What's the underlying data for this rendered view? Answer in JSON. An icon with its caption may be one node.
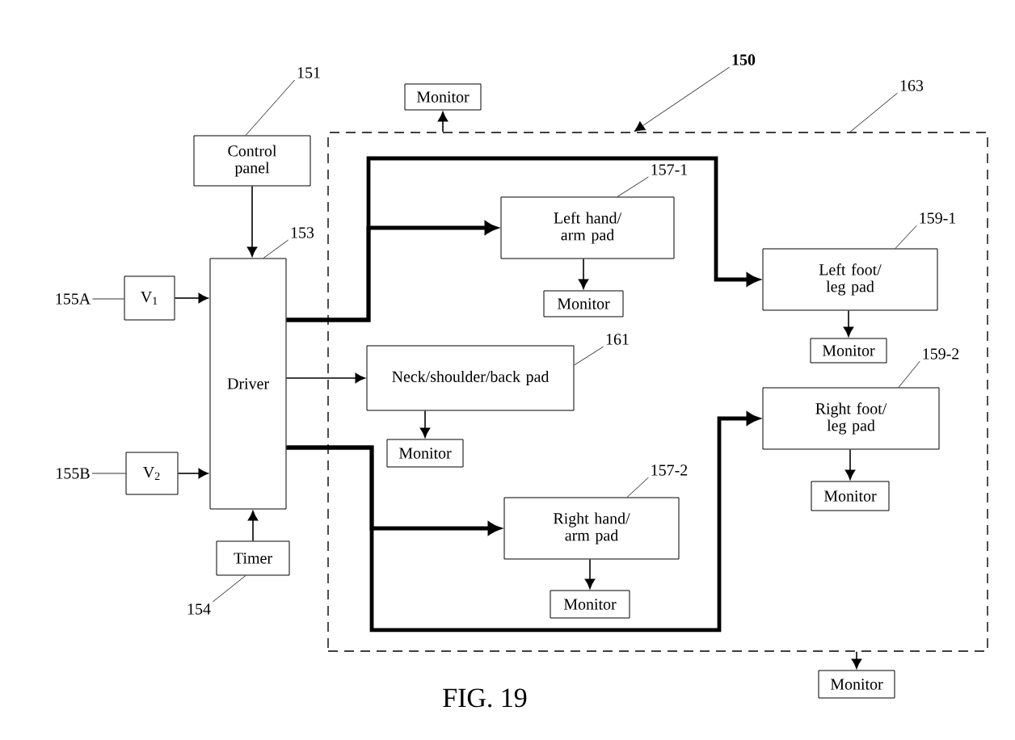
{
  "diagram": {
    "caption": "FIG. 19",
    "nodes": [
      {
        "text": [],
        "shape": "box"
      },
      {
        "text": [
          "Control panel"
        ]
      },
      {
        "text": [
          "Driver"
        ]
      },
      {
        "text": [
          "V$_{1}$"
        ]
      },
      {
        "text": [
          "V$_{2}$"
        ]
      },
      {
        "text": [
          "Timer"
        ]
      },
      {
        "text": [
          "Monitor"
        ]
      },
      {
        "text": [
          "Left hand/ arm pad"
        ],
        "in": 0
      },
      {
        "text": [
          "Monitor"
        ],
        "in": 0
      },
      {
        "text": [
          "Left foot/ leg pad"
        ],
        "in": 0
      },
      {
        "text": [
          "Monitor"
        ],
        "in": 0
      },
      {
        "text": [
          "Neck/shoulder/back pad"
        ],
        "in": 0
      },
      {
        "text": [
          "Monitor"
        ],
        "in": 0
      },
      {
        "text": [
          "Right foot/ leg pad"
        ],
        "in": 0
      },
      {
        "text": [
          "Monitor"
        ],
        "in": 0
      },
      {
        "text": [
          "Right hand/ arm pad"
        ],
        "in": 0
      },
      {
        "text": [
          "Monitor"
        ],
        "in": 0
      },
      {
        "text": [
          "Monitor"
        ]
      },
      {
        "text": [
          "150"
        ]
      },
      {
        "text": [
          "163"
        ]
      },
      {
        "text": [
          "151"
        ]
      },
      {
        "text": [
          "153"
        ]
      },
      {
        "text": [
          "155A"
        ]
      },
      {
        "text": [
          "155B"
        ]
      },
      {
        "text": [
          "154"
        ]
      },
      {
        "text": [
          "157-1"
        ],
        "in": 0
      },
      {
        "text": [
          "159-1"
        ],
        "in": 0
      },
      {
        "text": [
          "161"
        ],
        "in": 0
      },
      {
        "text": [
          "159-2"
        ],
        "in": 0
      },
      {
        "text": [
          "157-2"
        ],
        "in": 0
      }
    ],
    "edges": [
      {
        "from": 1,
        "to": 2,
        "arrow": "to"
      },
      {
        "from": 3,
        "to": 2,
        "arrow": "to"
      },
      {
        "from": 4,
        "to": 2,
        "arrow": "to"
      },
      {
        "from": 5,
        "to": 2,
        "arrow": "to"
      },
      {
        "from": 2,
        "to": 7,
        "arrow": "to",
        "style": "thick"
      },
      {
        "from": 2,
        "to": 9,
        "arrow": "to",
        "style": "thick"
      },
      {
        "from": 2,
        "to": 11,
        "arrow": "to"
      },
      {
        "from": 2,
        "to": 15,
        "arrow": "to",
        "style": "thick"
      },
      {
        "from": 2,
        "to": 13,
        "arrow": "to",
        "style": "thick"
      },
      {
        "from": 7,
        "to": 8,
        "arrow": "to"
      },
      {
        "from": 9,
        "to": 10,
        "arrow": "to"
      },
      {
        "from": 11,
        "to": 12,
        "arrow": "to"
      },
      {
        "from": 13,
        "to": 14,
        "arrow": "to"
      },
      {
        "from": 15,
        "to": 16,
        "arrow": "to"
      },
      {
        "from": 0,
        "to": 6,
        "arrow": "to"
      },
      {
        "from": 0,
        "to": 17,
        "arrow": "to"
      },
      {
        "from": 18,
        "to": 0,
        "arrow": "to"
      },
      {
        "from": 19,
        "to": 0,
        "arrow": "none"
      },
      {
        "from": 20,
        "to": 1,
        "arrow": "none"
      },
      {
        "from": 21,
        "to": 2,
        "arrow": "none"
      },
      {
        "from": 22,
        "to": 3,
        "arrow": "none"
      },
      {
        "from": 23,
        "to": 4,
        "arrow": "none"
      },
      {
        "from": 24,
        "to": 5,
        "arrow": "none"
      },
      {
        "from": 25,
        "to": 7,
        "arrow": "none"
      },
      {
        "from": 26,
        "to": 9,
        "arrow": "none"
      },
      {
        "from": 27,
        "to": 11,
        "arrow": "none"
      },
      {
        "from": 28,
        "to": 13,
        "arrow": "none"
      },
      {
        "from": 29,
        "to": 15,
        "arrow": "none"
      }
    ]
  }
}
